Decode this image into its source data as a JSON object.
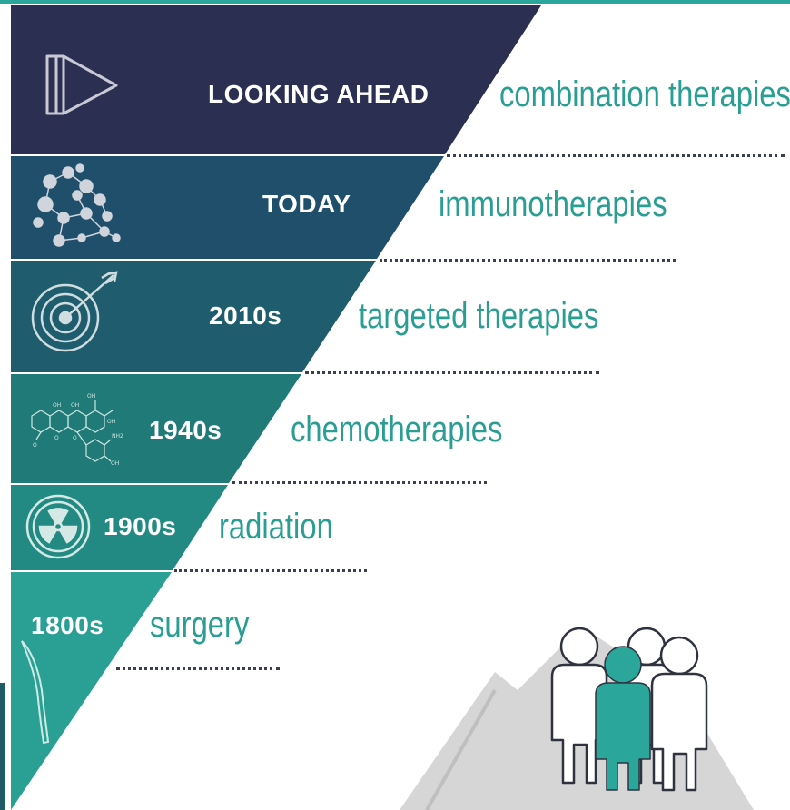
{
  "timeline": [
    {
      "era": "LOOKING AHEAD",
      "therapy": "combination therapies",
      "icon": "play-icon",
      "color": "#2b2f52"
    },
    {
      "era": "TODAY",
      "therapy": "immunotherapies",
      "icon": "molecule-network-icon",
      "color": "#1f4f6b"
    },
    {
      "era": "2010s",
      "therapy": "targeted therapies",
      "icon": "target-arrow-icon",
      "color": "#1f5d6e"
    },
    {
      "era": "1940s",
      "therapy": "chemotherapies",
      "icon": "chemical-structure-icon",
      "color": "#1f7a78"
    },
    {
      "era": "1900s",
      "therapy": "radiation",
      "icon": "radiation-icon",
      "color": "#228a82"
    },
    {
      "era": "1800s",
      "therapy": "surgery",
      "icon": "scalpel-icon",
      "color": "#2aa095"
    }
  ],
  "chem_labels": [
    "OH",
    "OH",
    "OH",
    "OH",
    "OH",
    "NH2",
    "O",
    "O",
    "O"
  ],
  "illustration": {
    "icon": "people-group-icon",
    "highlight_color": "#2aa79a"
  }
}
